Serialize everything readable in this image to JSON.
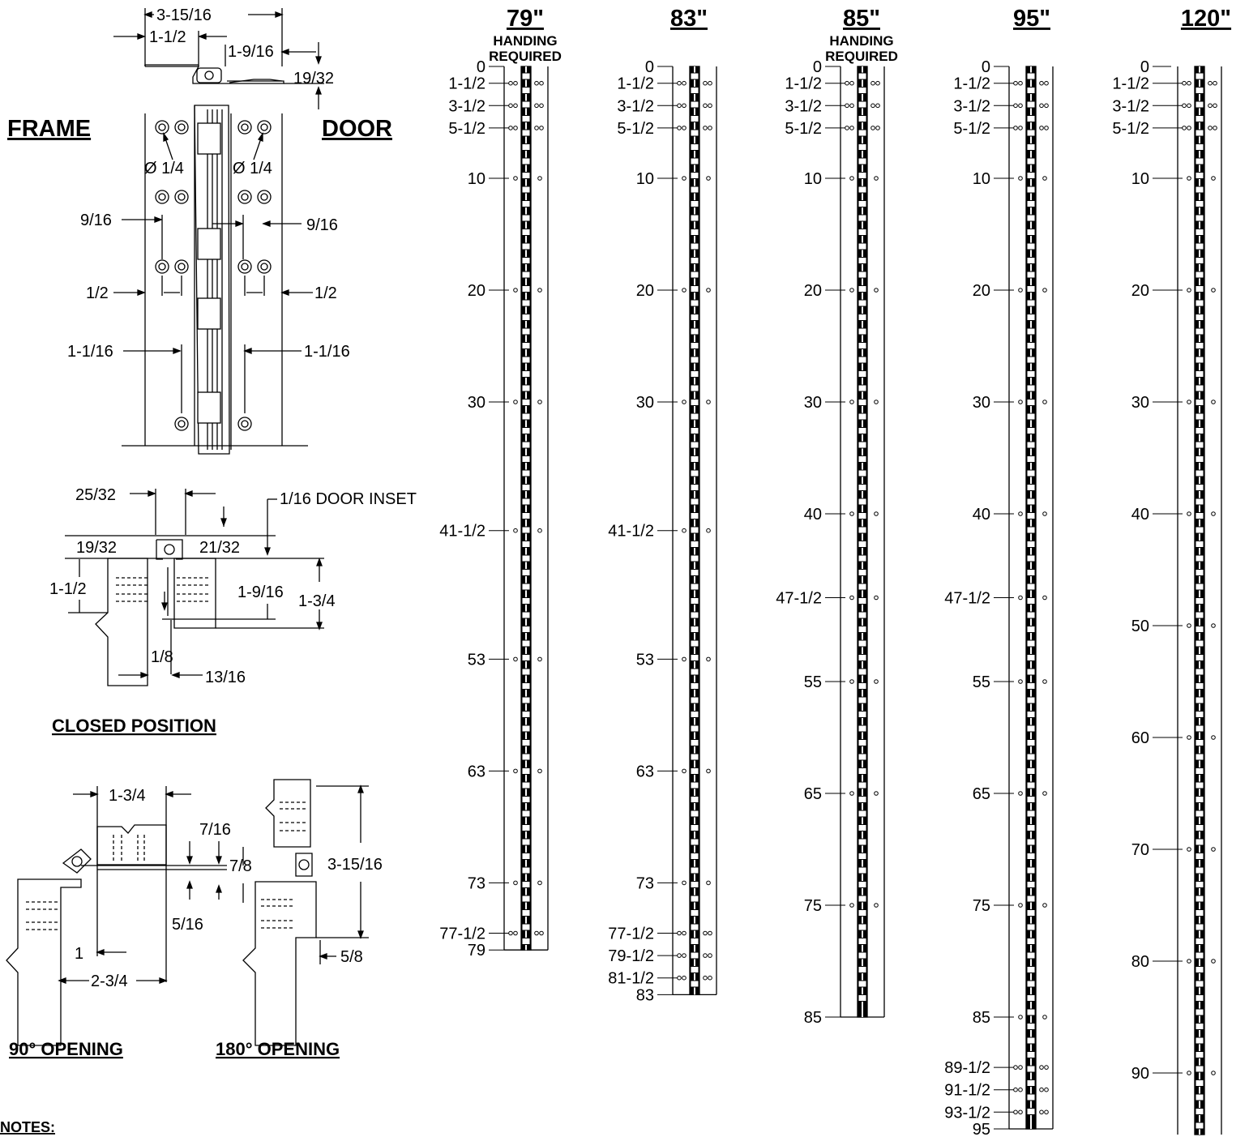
{
  "labels": {
    "frame": "FRAME",
    "door": "DOOR",
    "closed_position": "CLOSED POSITION",
    "opening_90": "90° OPENING",
    "opening_180": "180° OPENING",
    "notes": "NOTES:",
    "door_inset": "1/16 DOOR INSET",
    "handing_required_1": "HANDING",
    "handing_required_2": "REQUIRED"
  },
  "top_view_dims": {
    "overall": "3-15/16",
    "frame_leaf": "1-1/2",
    "door_leaf": "1-9/16",
    "thickness": "19/32"
  },
  "front_view_dims": {
    "hole_dia_frame": "Ø 1/4",
    "hole_dia_door": "Ø 1/4",
    "edge_frame": "9/16",
    "edge_door": "9/16",
    "spacing_frame": "1/2",
    "spacing_door": "1/2",
    "knuckle_frame": "1-1/16",
    "knuckle_door": "1-1/16"
  },
  "closed_dims": {
    "top": "25/32",
    "left_clear": "19/32",
    "right_clear": "21/32",
    "frame_leaf": "1-1/2",
    "door_leaf": "1-9/16",
    "overall": "1-3/4",
    "gap": "1/8",
    "offset": "13/16"
  },
  "opening90_dims": {
    "top": "1-3/4",
    "a": "7/16",
    "b": "7/8",
    "c": "5/16",
    "d": "1",
    "e": "2-3/4"
  },
  "opening180_dims": {
    "overall": "3-15/16",
    "offset": "5/8"
  },
  "hinges": [
    {
      "title": "79\"",
      "handing": true,
      "length": 79,
      "positions": [
        {
          "v": 0,
          "label": "0",
          "holes": 0
        },
        {
          "v": 1.5,
          "label": "1-1/2",
          "holes": 2
        },
        {
          "v": 3.5,
          "label": "3-1/2",
          "holes": 2
        },
        {
          "v": 5.5,
          "label": "5-1/2",
          "holes": 2
        },
        {
          "v": 10,
          "label": "10",
          "holes": 1
        },
        {
          "v": 20,
          "label": "20",
          "holes": 1
        },
        {
          "v": 30,
          "label": "30",
          "holes": 1
        },
        {
          "v": 41.5,
          "label": "41-1/2",
          "holes": 1
        },
        {
          "v": 53,
          "label": "53",
          "holes": 1
        },
        {
          "v": 63,
          "label": "63",
          "holes": 1
        },
        {
          "v": 73,
          "label": "73",
          "holes": 1
        },
        {
          "v": 77.5,
          "label": "77-1/2",
          "holes": 2
        },
        {
          "v": 79,
          "label": "79",
          "holes": 0
        }
      ]
    },
    {
      "title": "83\"",
      "handing": false,
      "length": 83,
      "positions": [
        {
          "v": 0,
          "label": "0",
          "holes": 0
        },
        {
          "v": 1.5,
          "label": "1-1/2",
          "holes": 2
        },
        {
          "v": 3.5,
          "label": "3-1/2",
          "holes": 2
        },
        {
          "v": 5.5,
          "label": "5-1/2",
          "holes": 2
        },
        {
          "v": 10,
          "label": "10",
          "holes": 1
        },
        {
          "v": 20,
          "label": "20",
          "holes": 1
        },
        {
          "v": 30,
          "label": "30",
          "holes": 1
        },
        {
          "v": 41.5,
          "label": "41-1/2",
          "holes": 1
        },
        {
          "v": 53,
          "label": "53",
          "holes": 1
        },
        {
          "v": 63,
          "label": "63",
          "holes": 1
        },
        {
          "v": 73,
          "label": "73",
          "holes": 1
        },
        {
          "v": 77.5,
          "label": "77-1/2",
          "holes": 2
        },
        {
          "v": 79.5,
          "label": "79-1/2",
          "holes": 2
        },
        {
          "v": 81.5,
          "label": "81-1/2",
          "holes": 2
        },
        {
          "v": 83,
          "label": "83",
          "holes": 0
        }
      ]
    },
    {
      "title": "85\"",
      "handing": true,
      "length": 85,
      "positions": [
        {
          "v": 0,
          "label": "0",
          "holes": 0
        },
        {
          "v": 1.5,
          "label": "1-1/2",
          "holes": 2
        },
        {
          "v": 3.5,
          "label": "3-1/2",
          "holes": 2
        },
        {
          "v": 5.5,
          "label": "5-1/2",
          "holes": 2
        },
        {
          "v": 10,
          "label": "10",
          "holes": 1
        },
        {
          "v": 20,
          "label": "20",
          "holes": 1
        },
        {
          "v": 30,
          "label": "30",
          "holes": 1
        },
        {
          "v": 40,
          "label": "40",
          "holes": 1
        },
        {
          "v": 47.5,
          "label": "47-1/2",
          "holes": 1
        },
        {
          "v": 55,
          "label": "55",
          "holes": 1
        },
        {
          "v": 65,
          "label": "65",
          "holes": 1
        },
        {
          "v": 75,
          "label": "75",
          "holes": 1
        },
        {
          "v": 85,
          "label": "85",
          "holes": 0
        }
      ]
    },
    {
      "title": "95\"",
      "handing": false,
      "length": 95,
      "positions": [
        {
          "v": 0,
          "label": "0",
          "holes": 0
        },
        {
          "v": 1.5,
          "label": "1-1/2",
          "holes": 2
        },
        {
          "v": 3.5,
          "label": "3-1/2",
          "holes": 2
        },
        {
          "v": 5.5,
          "label": "5-1/2",
          "holes": 2
        },
        {
          "v": 10,
          "label": "10",
          "holes": 1
        },
        {
          "v": 20,
          "label": "20",
          "holes": 1
        },
        {
          "v": 30,
          "label": "30",
          "holes": 1
        },
        {
          "v": 40,
          "label": "40",
          "holes": 1
        },
        {
          "v": 47.5,
          "label": "47-1/2",
          "holes": 1
        },
        {
          "v": 55,
          "label": "55",
          "holes": 1
        },
        {
          "v": 65,
          "label": "65",
          "holes": 1
        },
        {
          "v": 75,
          "label": "75",
          "holes": 1
        },
        {
          "v": 85,
          "label": "85",
          "holes": 1
        },
        {
          "v": 89.5,
          "label": "89-1/2",
          "holes": 2
        },
        {
          "v": 91.5,
          "label": "91-1/2",
          "holes": 2
        },
        {
          "v": 93.5,
          "label": "93-1/2",
          "holes": 2
        },
        {
          "v": 95,
          "label": "95",
          "holes": 0
        }
      ]
    },
    {
      "title": "120\"",
      "handing": false,
      "length": 120,
      "positions": [
        {
          "v": 0,
          "label": "0",
          "holes": 0
        },
        {
          "v": 1.5,
          "label": "1-1/2",
          "holes": 2
        },
        {
          "v": 3.5,
          "label": "3-1/2",
          "holes": 2
        },
        {
          "v": 5.5,
          "label": "5-1/2",
          "holes": 2
        },
        {
          "v": 10,
          "label": "10",
          "holes": 1
        },
        {
          "v": 20,
          "label": "20",
          "holes": 1
        },
        {
          "v": 30,
          "label": "30",
          "holes": 1
        },
        {
          "v": 40,
          "label": "40",
          "holes": 1
        },
        {
          "v": 50,
          "label": "50",
          "holes": 1
        },
        {
          "v": 60,
          "label": "60",
          "holes": 1
        },
        {
          "v": 70,
          "label": "70",
          "holes": 1
        },
        {
          "v": 80,
          "label": "80",
          "holes": 1
        },
        {
          "v": 90,
          "label": "90",
          "holes": 1
        }
      ]
    }
  ]
}
